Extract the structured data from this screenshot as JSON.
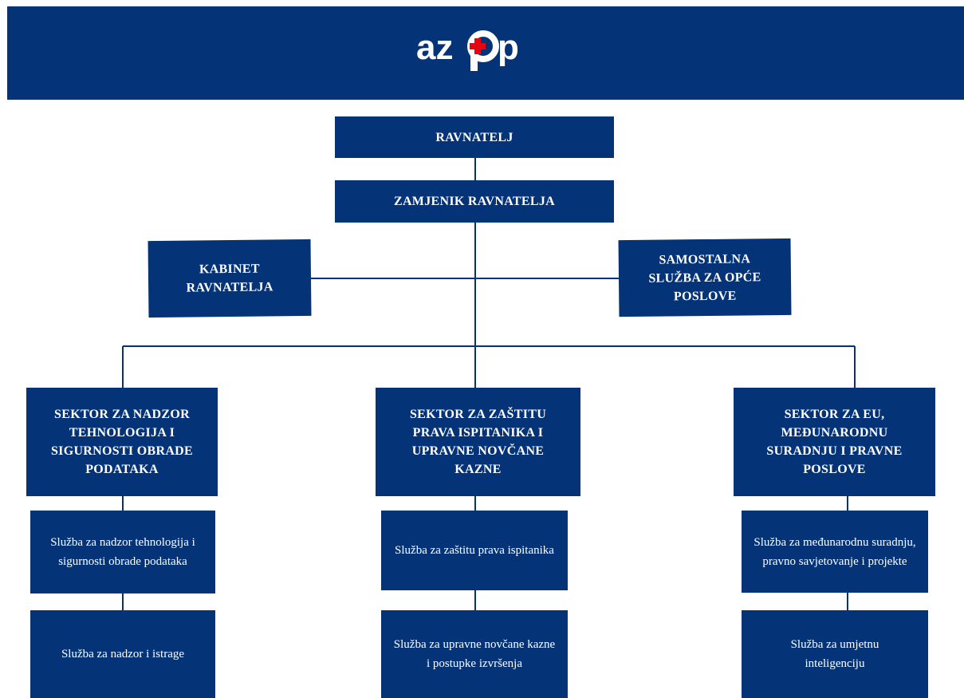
{
  "brand": {
    "logo_text_left": "az",
    "logo_text_right": "p",
    "brand_color": "#043477",
    "accent_color": "#e30613"
  },
  "org": {
    "director": "RAVNATELJ",
    "deputy": "ZAMJENIK RAVNATELJA",
    "cabinet": "KABINET RAVNATELJA",
    "general_service": "SAMOSTALNA SLUŽBA ZA OPĆE POSLOVE",
    "sectors": [
      {
        "title": "SEKTOR ZA NADZOR TEHNOLOGIJA I SIGURNOSTI OBRADE PODATAKA",
        "services": [
          "Služba za nadzor tehnologija i sigurnosti obrade podataka",
          "Služba za nadzor i istrage"
        ]
      },
      {
        "title": "SEKTOR ZA ZAŠTITU PRAVA ISPITANIKA I UPRAVNE NOVČANE KAZNE",
        "services": [
          "Služba za zaštitu prava ispitanika",
          "Služba za upravne novčane kazne i postupke izvršenja"
        ]
      },
      {
        "title": "SEKTOR ZA EU, MEĐUNARODNU SURADNJU I PRAVNE POSLOVE",
        "services": [
          "Služba za međunarodnu suradnju, pravno savjetovanje i projekte",
          "Služba za umjetnu inteligenciju"
        ]
      }
    ]
  }
}
